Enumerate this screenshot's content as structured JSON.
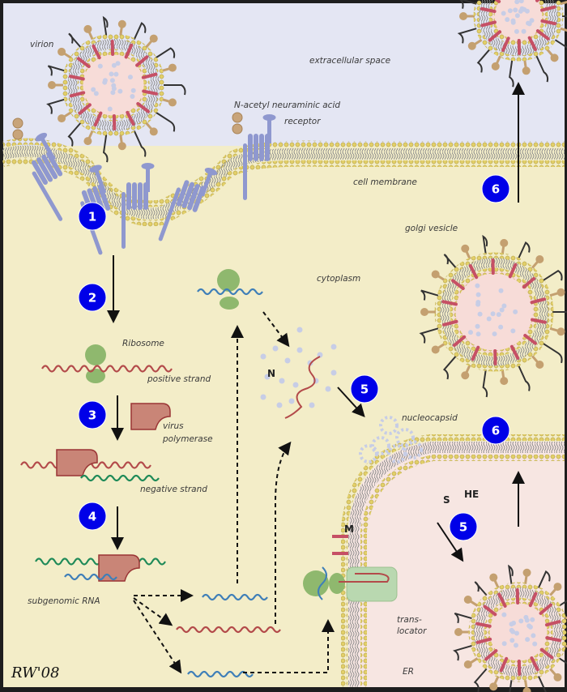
{
  "title": "Coronavirus replication cycle",
  "colors": {
    "extracellular": "#e4e6f3",
    "cytoplasm": "#f3edc8",
    "er_lumen": "#f7e6e2",
    "step_marker": "#0000e8",
    "receptor": "#8f98cf",
    "ribosome": "#8fb86e",
    "polymerase": "#c98577",
    "positive_rna": "#b34a4a",
    "negative_rna": "#1e8a58",
    "subgenomic_rna": "#3f7fb8",
    "nucleocapsid_protein": "#c7cde6",
    "spike": "#333333",
    "he_protein": "#c4a070",
    "m_protein": "#c65065",
    "membrane_head": "#e2cf6a"
  },
  "labels": {
    "virion": "virion",
    "extracellular_space": "extracellular space",
    "nana": "N-acetyl neuraminic acid",
    "receptor": "receptor",
    "cell_membrane": "cell membrane",
    "golgi_vesicle": "golgi vesicle",
    "cytoplasm": "cytoplasm",
    "ribosome": "Ribosome",
    "positive_strand": "positive strand",
    "virus_polymerase_1": "virus",
    "virus_polymerase_2": "polymerase",
    "negative_strand": "negative strand",
    "subgenomic_rna": "subgenomic RNA",
    "n_protein": "N",
    "nucleocapsid": "nucleocapsid",
    "he": "HE",
    "s": "S",
    "m": "M",
    "translocator_1": "trans-",
    "translocator_2": "locator",
    "er": "ER",
    "signature": "RW'08"
  },
  "steps": [
    {
      "id": "1",
      "label": "1"
    },
    {
      "id": "2",
      "label": "2"
    },
    {
      "id": "3",
      "label": "3"
    },
    {
      "id": "4",
      "label": "4"
    },
    {
      "id": "5a",
      "label": "5"
    },
    {
      "id": "5b",
      "label": "5"
    },
    {
      "id": "6a",
      "label": "6"
    },
    {
      "id": "6b",
      "label": "6"
    }
  ]
}
